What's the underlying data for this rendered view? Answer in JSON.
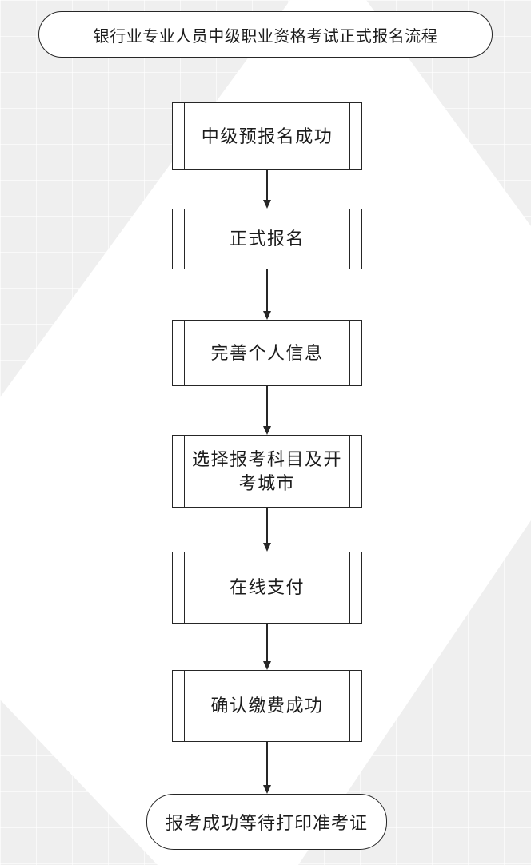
{
  "flowchart": {
    "title": "银行业专业人员中级职业资格考试正式报名流程",
    "steps": [
      {
        "label": "中级预报名成功"
      },
      {
        "label": "正式报名"
      },
      {
        "label": "完善个人信息"
      },
      {
        "label": "选择报考科目及开考城市"
      },
      {
        "label": "在线支付"
      },
      {
        "label": "确认缴费成功"
      }
    ],
    "terminal": "报考成功等待打印准考证"
  },
  "colors": {
    "background": "#efefef",
    "grid_line": "#ffffff",
    "diamond_watermark": "#ffffff",
    "shape_fill": "#ffffff",
    "stroke": "#262626",
    "text": "#1c1c1c"
  }
}
